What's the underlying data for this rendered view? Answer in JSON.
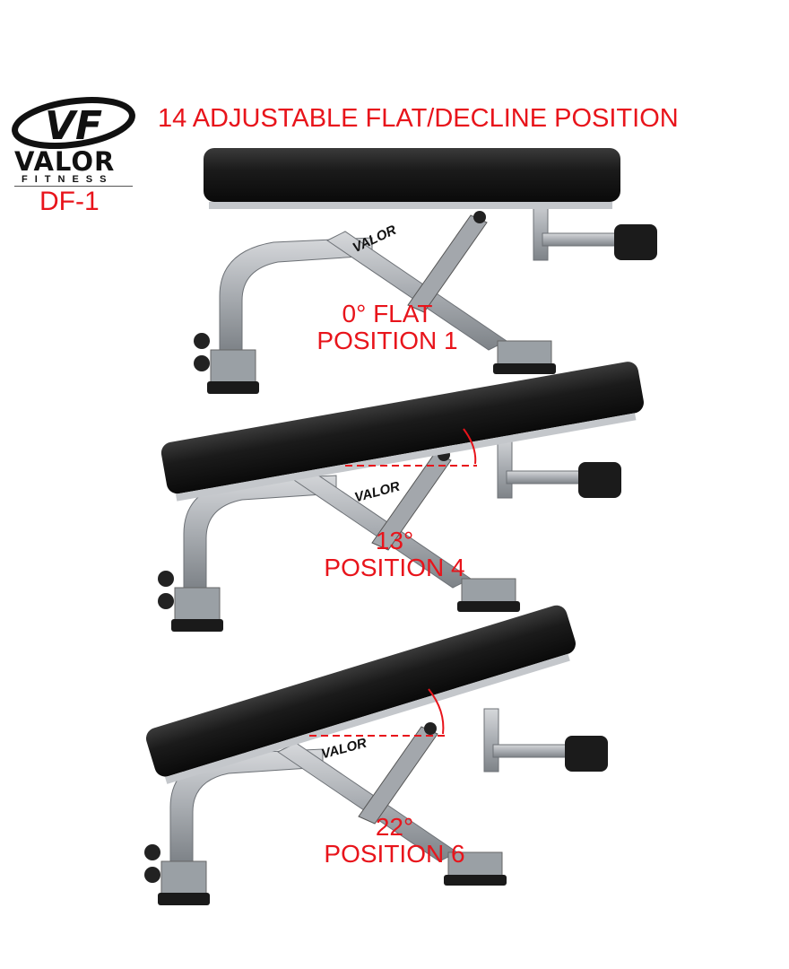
{
  "brand": {
    "logo_mark": "VF",
    "name": "VALOR",
    "tagline": "FITNESS",
    "model": "DF-1"
  },
  "title": "14 ADJUSTABLE FLAT/DECLINE POSITION",
  "positions": [
    {
      "angle": "0° FLAT",
      "label": "POSITION 1",
      "degrees": 0
    },
    {
      "angle": "13°",
      "label": "POSITION 4",
      "degrees": 13
    },
    {
      "angle": "22°",
      "label": "POSITION 6",
      "degrees": 22
    }
  ],
  "frame_brand": "VALOR",
  "colors": {
    "accent": "#e8141b",
    "pad": "#1a1a1a",
    "frame": "#b9bcc0"
  }
}
